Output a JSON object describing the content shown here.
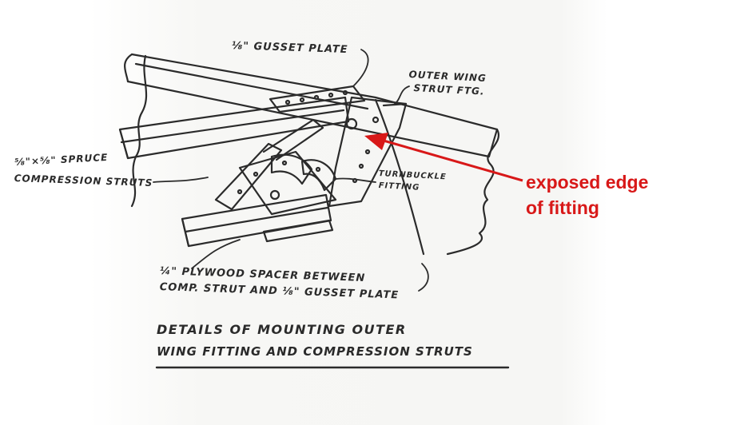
{
  "labels": {
    "gusset_plate": "⅛\" GUSSET PLATE",
    "outer_wing_line1": "OUTER WING",
    "outer_wing_line2": "STRUT FTG.",
    "spruce_line1": "⅝\"×⅝\" SPRUCE",
    "spruce_line2": "COMPRESSION STRUTS",
    "turnbuckle_line1": "TURNBUCKLE",
    "turnbuckle_line2": "FITTING",
    "plywood_line1": "¼\" PLYWOOD SPACER BETWEEN",
    "plywood_line2": "COMP. STRUT AND ⅛\" GUSSET PLATE"
  },
  "caption": {
    "line1": "DETAILS OF MOUNTING OUTER",
    "line2": "WING FITTING AND COMPRESSION STRUTS"
  },
  "annotation": {
    "line1": "exposed edge",
    "line2": "of fitting",
    "color": "#d81818"
  }
}
